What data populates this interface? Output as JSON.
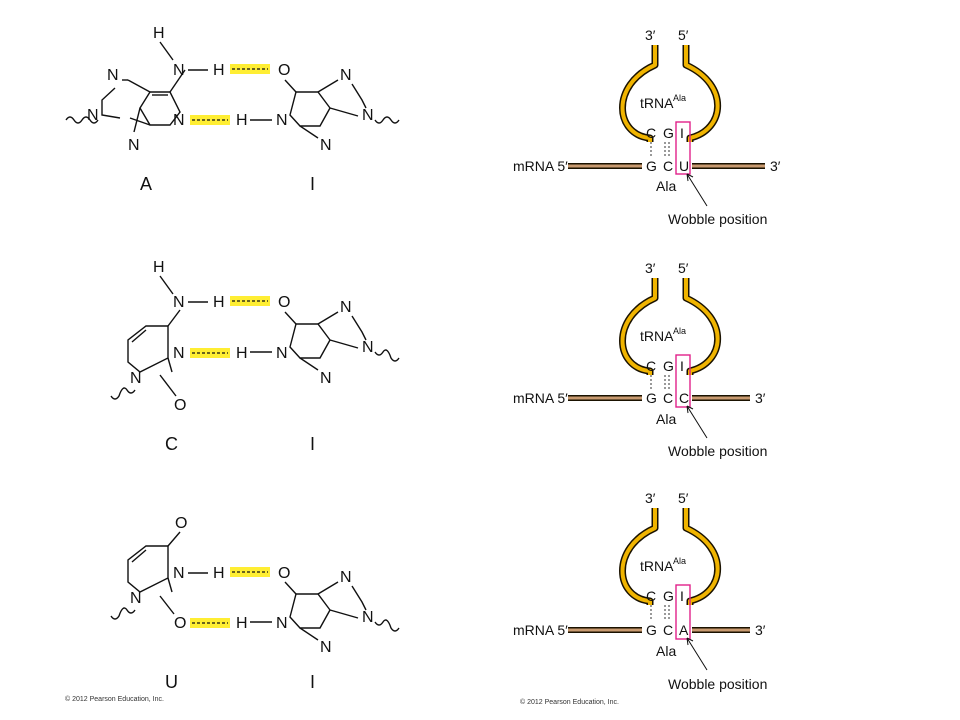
{
  "panels": [
    {
      "left_base": "A",
      "right_base": "I",
      "trna": "tRNA",
      "trna_sup": "Ala",
      "anticodon": [
        "C",
        "G",
        "I"
      ],
      "codon": [
        "G",
        "C",
        "U"
      ],
      "mrna": "mRNA 5′",
      "three_prime_end": "3′",
      "trna_3": "3′",
      "trna_5": "5′",
      "aa": "Ala",
      "wobble": "Wobble position"
    },
    {
      "left_base": "C",
      "right_base": "I",
      "trna": "tRNA",
      "trna_sup": "Ala",
      "anticodon": [
        "C",
        "G",
        "I"
      ],
      "codon": [
        "G",
        "C",
        "C"
      ],
      "mrna": "mRNA 5′",
      "three_prime_end": "3′",
      "trna_3": "3′",
      "trna_5": "5′",
      "aa": "Ala",
      "wobble": "Wobble position"
    },
    {
      "left_base": "U",
      "right_base": "I",
      "trna": "tRNA",
      "trna_sup": "Ala",
      "anticodon": [
        "C",
        "G",
        "I"
      ],
      "codon": [
        "G",
        "C",
        "A"
      ],
      "mrna": "mRNA 5′",
      "three_prime_end": "3′",
      "trna_3": "3′",
      "trna_5": "5′",
      "aa": "Ala",
      "wobble": "Wobble position"
    }
  ],
  "atoms": {
    "N": "N",
    "H": "H",
    "O": "O"
  },
  "copyright": {
    "left": "© 2012 Pearson Education, Inc.",
    "right": "© 2012 Pearson Education, Inc."
  },
  "colors": {
    "hbond_highlight": "#ffee33",
    "trna_tube": "#f0b400",
    "mrna_strand": "#c89a70",
    "wobble_box": "#e0218a"
  }
}
